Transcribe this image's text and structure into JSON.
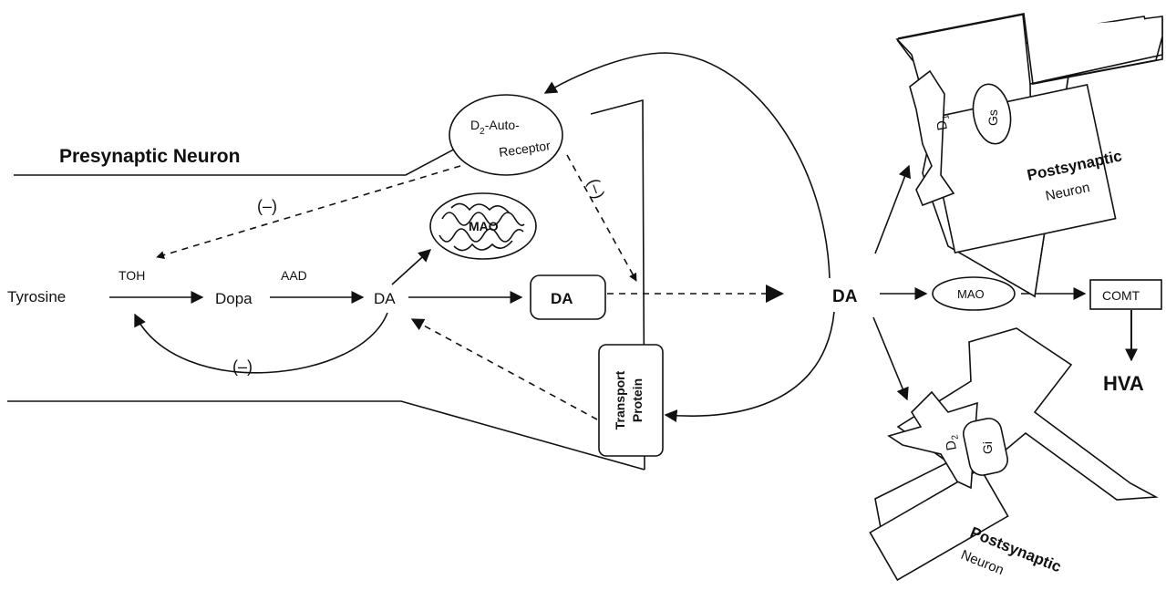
{
  "presynaptic": {
    "label": "Presynaptic Neuron"
  },
  "autoreceptor": {
    "line1_main": "D",
    "line1_sub": "2",
    "line1_rest": "-Auto-",
    "line2": "Receptor"
  },
  "inhibition": {
    "symbol": "(–)"
  },
  "pathway": {
    "tyrosine": "Tyrosine",
    "toh": "TOH",
    "dopa": "Dopa",
    "aad": "AAD",
    "da": "DA"
  },
  "mao_mitochondrion": "MAO",
  "vesicle": {
    "label": "DA"
  },
  "transport": {
    "line1": "Transport",
    "line2": "Protein"
  },
  "synapse": {
    "da": "DA",
    "mao": "MAO",
    "comt": "COMT",
    "hva": "HVA"
  },
  "postsynaptic_top": {
    "receptor_main": "D",
    "receptor_sub": "1",
    "protein": "Gs",
    "line1": "Postsynaptic",
    "line2": "Neuron"
  },
  "postsynaptic_bottom": {
    "receptor_main": "D",
    "receptor_sub": "2",
    "protein": "Gi",
    "line1": "Postsynaptic",
    "line2": "Neuron"
  },
  "colors": {
    "ink": "#111111",
    "background": "#ffffff"
  }
}
